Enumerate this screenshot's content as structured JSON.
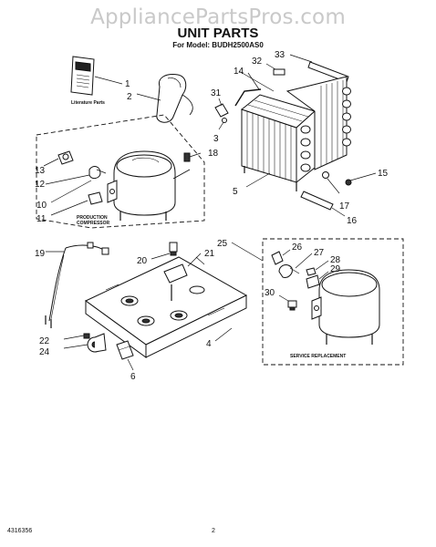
{
  "watermark": "AppliancePartsPros.com",
  "title": "UNIT PARTS",
  "subtitle": "For Model: BUDH2500AS0",
  "captions": {
    "literature": "Literature Parts",
    "production_1": "PRODUCTION",
    "production_2": "COMPRESSOR",
    "service": "SERVICE REPLACEMENT"
  },
  "callouts": {
    "c1": "1",
    "c2": "2",
    "c3": "3",
    "c4": "4",
    "c5": "5",
    "c6": "6",
    "c10": "10",
    "c11": "11",
    "c12": "12",
    "c13": "13",
    "c14": "14",
    "c15": "15",
    "c16": "16",
    "c17": "17",
    "c18": "18",
    "c19": "19",
    "c20": "20",
    "c21": "21",
    "c22": "22",
    "c24": "24",
    "c25": "25",
    "c26": "26",
    "c27": "27",
    "c28": "28",
    "c29": "29",
    "c30": "30",
    "c31": "31",
    "c32": "32",
    "c33": "33"
  },
  "footer": {
    "part_number": "4316356",
    "page": "2"
  }
}
